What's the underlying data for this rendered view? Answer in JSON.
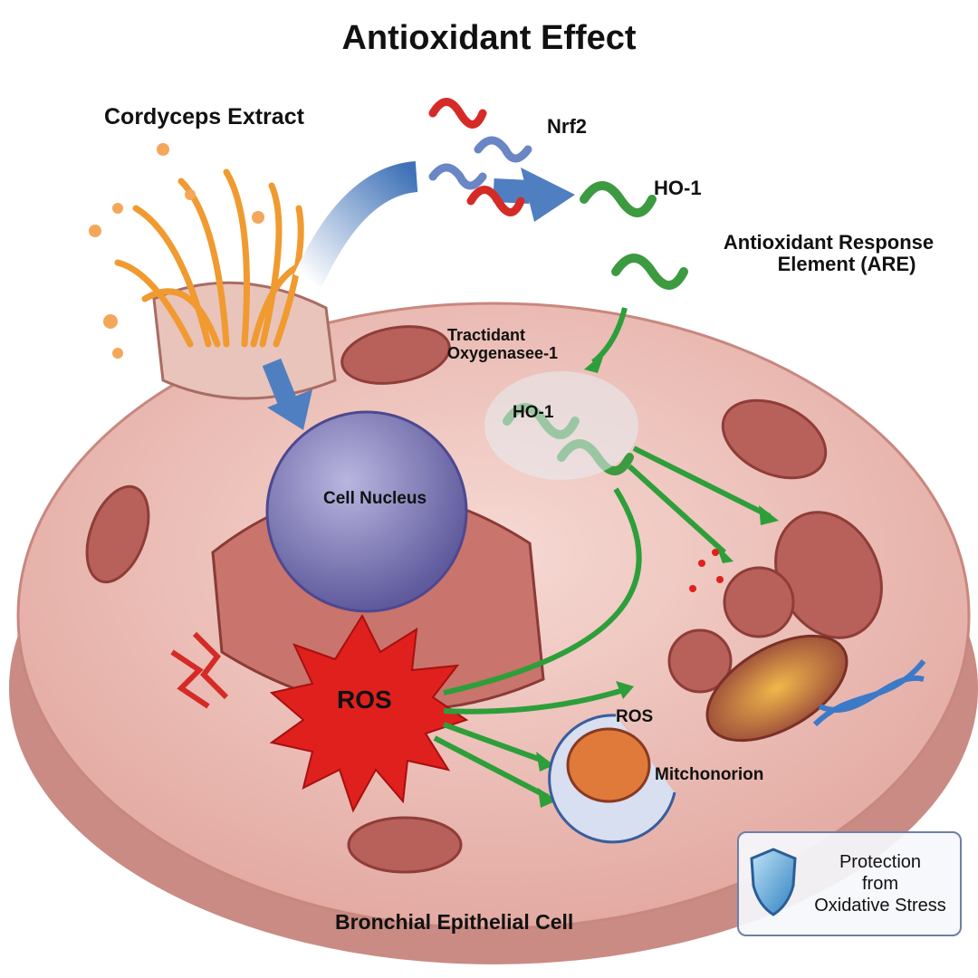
{
  "title": "Antioxidant Effect",
  "labels": {
    "cordyceps": "Cordyceps Extract",
    "nrf2": "Nrf2",
    "ho1_top": "HO-1",
    "are_line1": "Antioxidant Response",
    "are_line2": "Element (ARE)",
    "tract_line1": "Tractidant",
    "tract_line2": "Oxygenasee-1",
    "ho1_cell": "HO-1",
    "nucleus": "Cell Nucleus",
    "ros_main": "ROS",
    "ros_small": "ROS",
    "mito": "Mitchonorion",
    "cell": "Bronchial Epithelial Cell"
  },
  "protection": {
    "line1": "Protection",
    "line2": "from",
    "line3": "Oxidative Stress",
    "icon": "shield-icon"
  },
  "colors": {
    "cell": "#e8b5ae",
    "nucleus": "#8a85c0",
    "ros": "#e0201c",
    "arrow_green": "#2e9e3a",
    "arrow_blue": "#4f7fc0",
    "protein_green": "#3c9a40"
  }
}
